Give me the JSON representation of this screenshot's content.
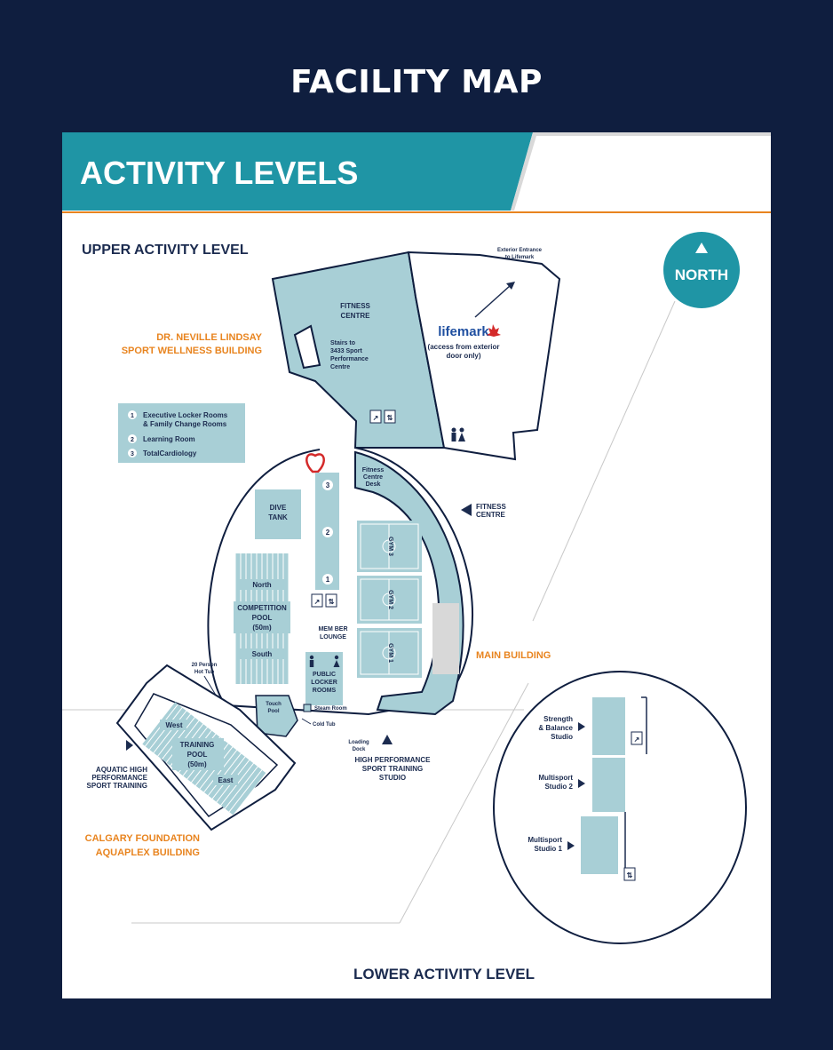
{
  "page": {
    "title": "FACILITY MAP"
  },
  "banner": {
    "title": "ACTIVITY LEVELS"
  },
  "compass": {
    "label": "NORTH"
  },
  "levels": {
    "upper": "UPPER ACTIVITY LEVEL",
    "lower": "LOWER ACTIVITY LEVEL"
  },
  "buildings": {
    "wellness_line1": "DR. NEVILLE LINDSAY",
    "wellness_line2": "SPORT WELLNESS BUILDING",
    "main": "MAIN BUILDING",
    "aquaplex_line1": "CALGARY FOUNDATION",
    "aquaplex_line2": "AQUAPLEX BUILDING"
  },
  "legend": [
    {
      "num": "1",
      "line1": "Executive Locker Rooms",
      "line2": "& Family Change Rooms"
    },
    {
      "num": "2",
      "line1": "Learning Room",
      "line2": ""
    },
    {
      "num": "3",
      "line1": "TotalCardiology",
      "line2": ""
    }
  ],
  "upper": {
    "fitness_centre_line1": "FITNESS",
    "fitness_centre_line2": "CENTRE",
    "stairs_line1": "Stairs to",
    "stairs_line2": "3433 Sport",
    "stairs_line3": "Performance",
    "stairs_line4": "Centre",
    "exterior_line1": "Exterior Entrance",
    "exterior_line2": "to Lifemark",
    "lifemark_logo": "lifemark",
    "lifemark_note_line1": "(access from exterior",
    "lifemark_note_line2": "door only)",
    "fitness_desk_line1": "Fitness",
    "fitness_desk_line2": "Centre",
    "fitness_desk_line3": "Desk",
    "fitness_arrow_line1": "FITNESS",
    "fitness_arrow_line2": "CENTRE",
    "dive_line1": "DIVE",
    "dive_line2": "TANK",
    "comp_north": "North",
    "comp_line1": "COMPETITION",
    "comp_line2": "POOL",
    "comp_line3": "(50m)",
    "comp_south": "South",
    "gym3": "GYM 3",
    "gym2": "GYM 2",
    "gym1": "GYM 1",
    "corridor_nums": [
      "3",
      "2",
      "1"
    ],
    "member_line1": "MEM BER",
    "member_line2": "LOUNGE",
    "public_line1": "PUBLIC",
    "public_line2": "LOCKER",
    "public_line3": "ROOMS",
    "hot_tub_line1": "20 Person",
    "hot_tub_line2": "Hot Tub",
    "touch_line1": "Touch",
    "touch_line2": "Pool",
    "steam_room": "Steam Room",
    "cold_tub": "Cold Tub",
    "loading_line1": "Loading",
    "loading_line2": "Dock",
    "hpst_line1": "HIGH PERFORMANCE",
    "hpst_line2": "SPORT TRAINING",
    "hpst_line3": "STUDIO",
    "training_west": "West",
    "training_line1": "TRAINING",
    "training_line2": "POOL",
    "training_line3": "(50m)",
    "training_east": "East",
    "aquatic_line1": "AQUATIC HIGH",
    "aquatic_line2": "PERFORMANCE",
    "aquatic_line3": "SPORT TRAINING"
  },
  "lower": {
    "strength_line1": "Strength",
    "strength_line2": "& Balance",
    "strength_line3": "Studio",
    "ms2_line1": "Multisport",
    "ms2_line2": "Studio 2",
    "ms1_line1": "Multisport",
    "ms1_line2": "Studio 1"
  },
  "colors": {
    "navy": "#0f1e3f",
    "teal": "#1f95a5",
    "room_fill": "#a8cfd6",
    "orange": "#e8841f",
    "dark_text": "#1b2b4f",
    "lifemark_red": "#d42a2a"
  }
}
